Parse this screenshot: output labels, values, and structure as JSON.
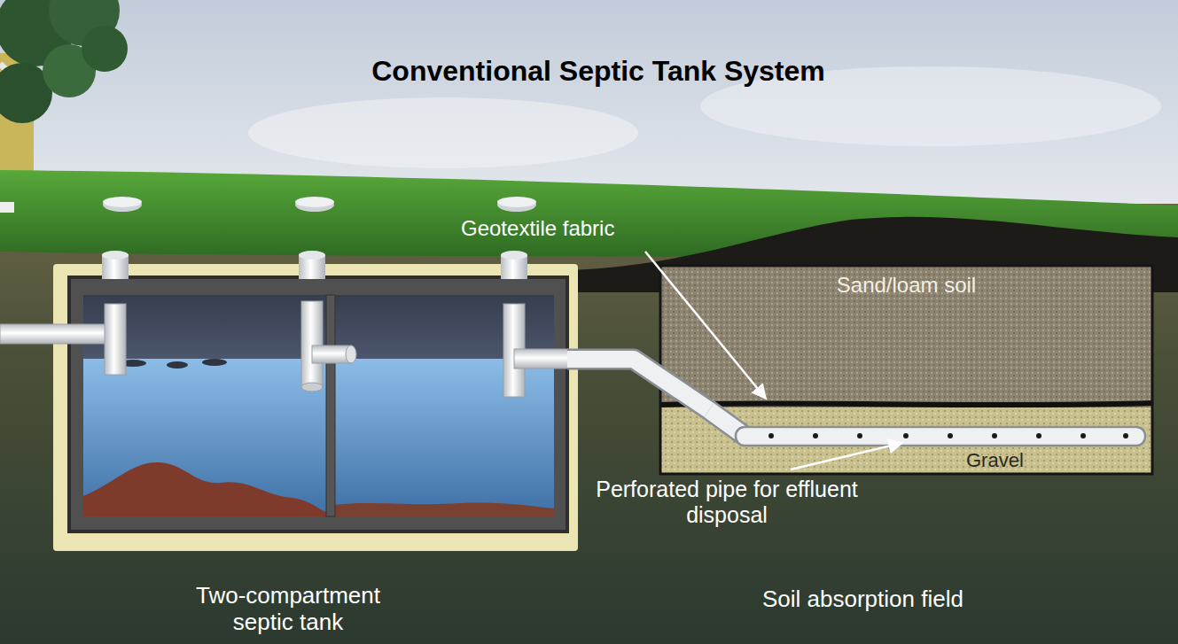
{
  "diagram": {
    "title": "Conventional Septic Tank System",
    "nodes": [
      {
        "text": [
          "Two-compartment septic tank"
        ]
      },
      {
        "text": [
          "Soil absorption field"
        ]
      },
      {
        "text": [
          "Sand/loam soil"
        ],
        "in": 1
      },
      {
        "text": [
          "Gravel"
        ],
        "in": 1
      }
    ],
    "edges": [
      {
        "from": 0,
        "to": 3,
        "arrow": "none"
      }
    ],
    "labels": [
      "Geotextile fabric",
      "Perforated pipe for effluent disposal"
    ]
  }
}
